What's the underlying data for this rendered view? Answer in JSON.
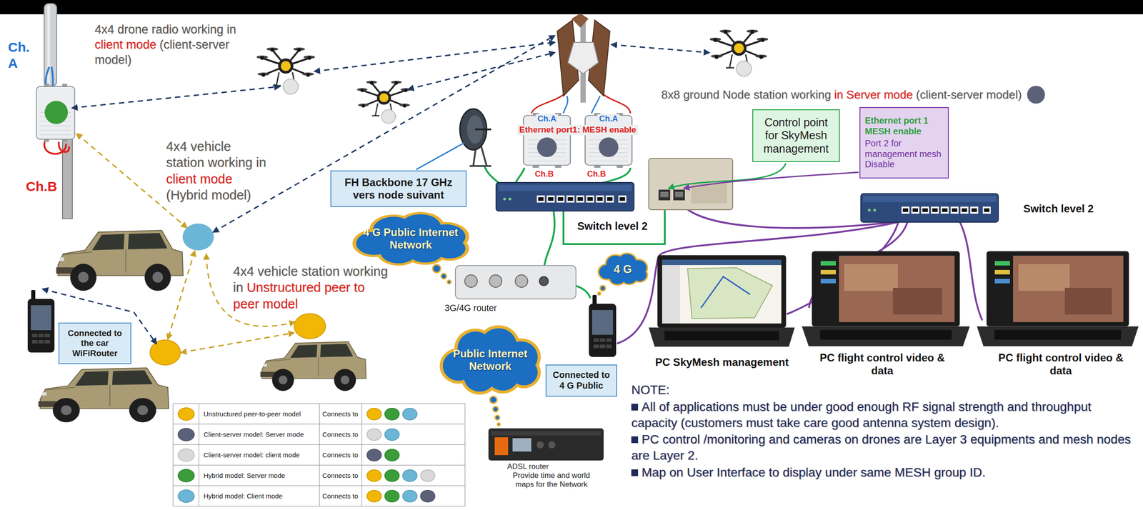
{
  "diagram": {
    "nodes": [
      {
        "text": [
          "Control point for SkyMesh management"
        ]
      },
      {
        "text": [
          "Ethernet port 1 MESH enable",
          "Port 2 for management mesh Disable"
        ]
      },
      {
        "text": [
          "FH Backbone 17 GHz vers node suivant"
        ]
      },
      {
        "text": [
          "4 G Public Internet Network"
        ]
      },
      {
        "text": [
          "4 G"
        ]
      },
      {
        "text": [
          "Connected to the car WiFiRouter"
        ]
      },
      {
        "text": [
          "Public Internet Network"
        ]
      },
      {
        "text": [
          "Connected to 4 G Public"
        ]
      }
    ],
    "labels": [
      "Ch. A",
      "Ch.B",
      "4x4 drone radio working in",
      "client mode",
      "(client-server model)",
      "4x4 vehicle station working in",
      "client mode",
      "(Hybrid model)",
      "4x4 vehicle station working in",
      "Unstructured peer to peer model",
      "8x8 ground Node station working",
      "in Server mode",
      "(client-server model)",
      "Ch.A",
      "Ch.A",
      "Ethernet port1: MESH enable",
      "Ch.B",
      "Ch.B",
      "Switch level 2",
      "Switch level 2",
      "3G/4G router",
      "ADSL router",
      "Provide time and world maps for the Network",
      "PC SkyMesh management",
      "PC flight control video & data",
      "PC flight control video & data",
      "NOTE:",
      "All of applications must be under good enough RF signal strength and throughput capacity (customers must take care good antenna system design).",
      "PC control /monitoring and cameras on drones are Layer 3 equipments and mesh nodes are Layer 2.",
      "Map on User Interface to display under same MESH group ID.",
      "Connects to",
      "Connects to",
      "Connects to",
      "Connects to",
      "Connects to"
    ],
    "legend": [
      {
        "text": "Unstructured peer-to-peer model",
        "color": "#f2b705"
      },
      {
        "text": "Client-server model: Server mode",
        "color": "#5b6178"
      },
      {
        "text": "Client-server model: client mode",
        "color": "#d9d9d9"
      },
      {
        "text": "Hybrid model: Server mode",
        "color": "#3a9d3a"
      },
      {
        "text": "Hybrid model: Client mode",
        "color": "#6bb6d6"
      }
    ]
  }
}
